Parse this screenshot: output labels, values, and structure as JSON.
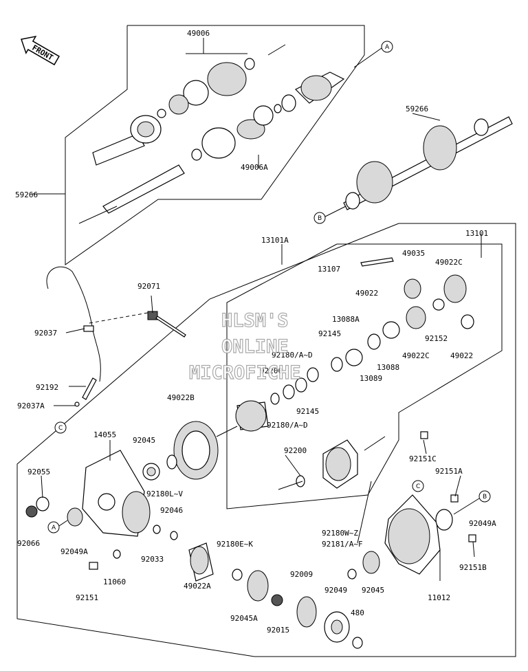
{
  "front_label": "FRONT",
  "watermark": [
    "HLSM'S",
    "ONLINE",
    "MICROFICHE"
  ],
  "callouts": [
    "A",
    "B",
    "C"
  ],
  "parts": [
    "49006",
    "49006A",
    "59266",
    "59266",
    "13101A",
    "13101",
    "49035",
    "13107",
    "49022C",
    "49022",
    "92071",
    "13088A",
    "92145",
    "92180/A~D",
    "92200",
    "92037",
    "92152",
    "49022C",
    "49022",
    "13088",
    "13089",
    "92192",
    "92037A",
    "92145",
    "49022B",
    "92180/A~D",
    "14055",
    "92045",
    "92055",
    "92200",
    "92151C",
    "92151A",
    "92180L~V",
    "92046",
    "92049A",
    "92066",
    "92049A",
    "92033",
    "92180E~K",
    "92180W~Z",
    "92181/A~F",
    "92151B",
    "11060",
    "92151",
    "49022A",
    "92009",
    "92049",
    "92045",
    "11012",
    "92045A",
    "92015",
    "480"
  ]
}
